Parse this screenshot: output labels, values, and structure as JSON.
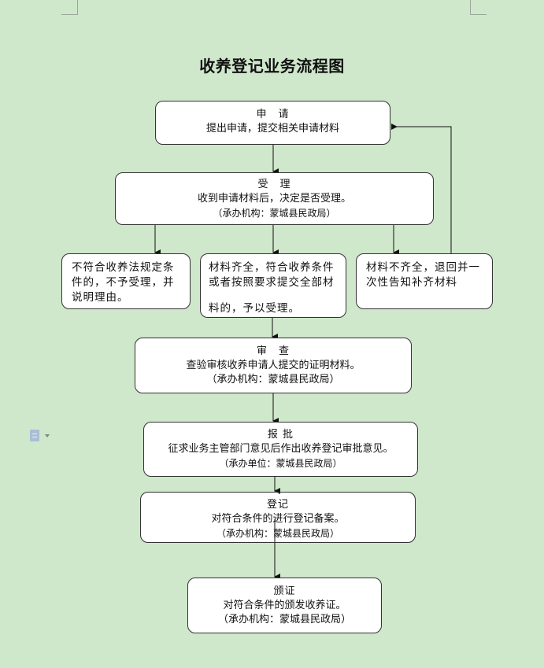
{
  "title": "收养登记业务流程图",
  "nodes": {
    "apply": {
      "heading": "申　请",
      "lines": [
        "提出申请，提交相关申请材料"
      ]
    },
    "accept": {
      "heading": "受　理",
      "lines": [
        "收到申请材料后，决定是否受理。"
      ],
      "agency": "（承办机构：蒙城县民政局）"
    },
    "reject": {
      "text": "不符合收养法规定条件的，不予受理，并说明理由。"
    },
    "accepted": {
      "text_lines": [
        "材料齐全，符合收养条件",
        "或者按照要求提交全部材",
        "",
        "料的，予以受理。"
      ]
    },
    "incomplete": {
      "text": "材料不齐全，退回并一次性告知补齐材料"
    },
    "review": {
      "heading": "审　查",
      "lines": [
        "查验审核收养申请人提交的证明材料。"
      ],
      "agency": "（承办机构：蒙城县民政局）"
    },
    "submit": {
      "heading": "报 批",
      "lines": [
        "征求业务主管部门意见后作出收养登记审批意见。"
      ],
      "agency": "（承办单位：蒙城县民政局）"
    },
    "register": {
      "heading": "登记",
      "lines": [
        "对符合条件的进行登记备案。"
      ],
      "agency": "（承办机构：蒙城县民政局）"
    },
    "issue": {
      "heading": "颁证",
      "lines": [
        "对符合条件的颁发收养证。"
      ],
      "agency": "（承办机构：蒙城县民政局）"
    }
  },
  "edges": [
    {
      "from": "apply",
      "to": "accept"
    },
    {
      "from": "accept",
      "to": "reject"
    },
    {
      "from": "accept",
      "to": "accepted"
    },
    {
      "from": "accept",
      "to": "incomplete"
    },
    {
      "from": "incomplete",
      "to": "apply"
    },
    {
      "from": "accepted",
      "to": "review"
    },
    {
      "from": "review",
      "to": "submit"
    },
    {
      "from": "submit",
      "to": "register"
    },
    {
      "from": "register",
      "to": "issue"
    }
  ],
  "colors": {
    "background": "#cfe7cb",
    "box_fill": "#ffffff",
    "stroke": "#222222"
  },
  "sidebar_icon": "document-icon"
}
